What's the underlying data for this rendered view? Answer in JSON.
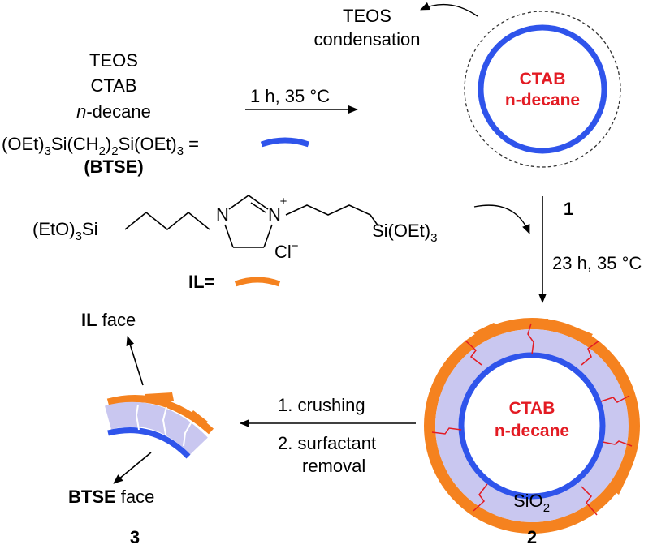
{
  "colors": {
    "btse_blue": "#2f54eb",
    "il_orange": "#f5821f",
    "silica_lavender": "#c9c7f0",
    "core_text_red": "#e31b23",
    "crack_red": "#e31b23"
  },
  "reagents": {
    "line1": "TEOS",
    "line2": "CTAB",
    "line3_italic": "n",
    "line3_rest": "-decane",
    "btse_formula": {
      "a": "(OEt)",
      "a_sub": "3",
      "b": "Si(CH",
      "b_sub": "2",
      "c": ")",
      "c_sub": "2",
      "d": "Si(OEt)",
      "d_sub": "3",
      "equals": "="
    },
    "btse_label": "(BTSE)"
  },
  "step1": {
    "condition": "1 h, 35 °C"
  },
  "particle1": {
    "teos_note_line1": "TEOS",
    "teos_note_line2": "condensation",
    "core_line1": "CTAB",
    "core_line2": "n-decane",
    "number": "1"
  },
  "il_structure": {
    "left_group": "(EtO)",
    "left_sub": "3",
    "left_si": "Si",
    "n1": "N",
    "n2": "N",
    "plus": "+",
    "counterion": "Cl",
    "counterion_charge": "−",
    "right_group": "Si(OEt)",
    "right_sub": "3",
    "legend_label": "IL",
    "legend_equals": "="
  },
  "step2": {
    "condition": "23 h, 35 °C"
  },
  "particle2": {
    "core_line1": "CTAB",
    "core_line2": "n-decane",
    "shell_label": "SiO",
    "shell_sub": "2",
    "number": "2"
  },
  "step3": {
    "line1": "1. crushing",
    "line2": "2. surfactant",
    "line3": "removal"
  },
  "fragment3": {
    "top_face_bold": "IL",
    "top_face_rest": " face",
    "bottom_face_bold": "BTSE",
    "bottom_face_rest": " face",
    "number": "3"
  }
}
